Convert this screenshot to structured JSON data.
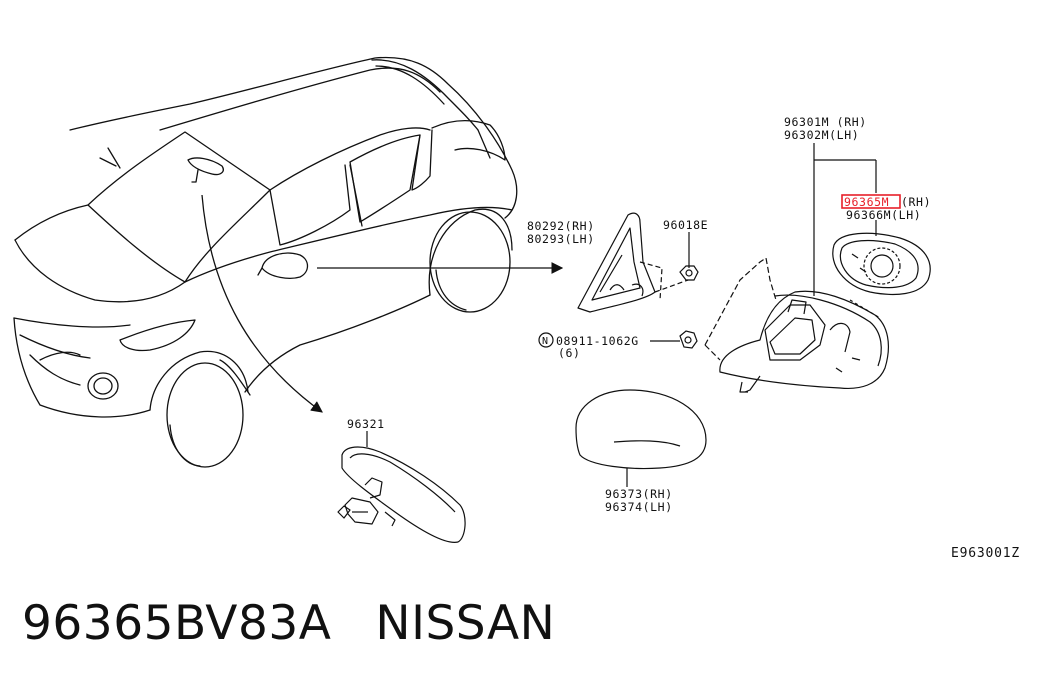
{
  "diagram": {
    "code": "E963001Z",
    "parts": {
      "rh_outer_mirror": "96301M (RH)",
      "lh_outer_mirror": "96302M(LH)",
      "glass_rh_suffix": "(RH)",
      "glass_rh_highlighted": "96365M",
      "glass_lh": "96366M(LH)",
      "cover_rh": "80292(RH)",
      "cover_lh": "80293(LH)",
      "nut": "96018E",
      "bolt_ring": "N",
      "bolt": "08911-1062G",
      "bolt_qty": "(6)",
      "inside_mirror": "96321",
      "cap_rh": "96373(RH)",
      "cap_lh": "96374(LH)"
    },
    "highlight_color": "#e8202a"
  },
  "caption": {
    "part_number": "96365BV83A",
    "maker": "NISSAN"
  }
}
